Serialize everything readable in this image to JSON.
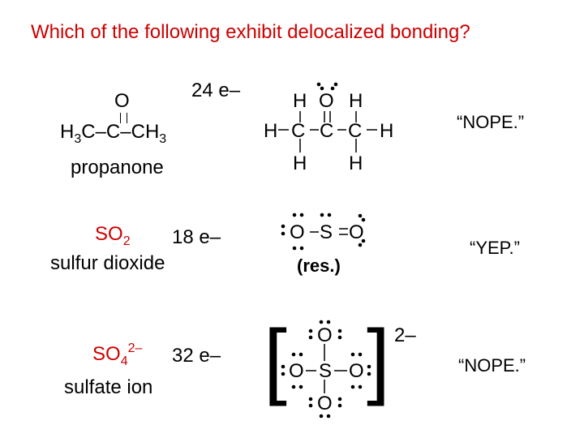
{
  "title": "Which of the following exhibit delocalized bonding?",
  "colors": {
    "title": "#cc0000",
    "text": "#000000",
    "verdict": "#000000"
  },
  "propanone": {
    "electrons": "24 e–",
    "name": "propanone",
    "top_atom": "O",
    "formula": {
      "a": "H",
      "a_sub": "3",
      "b": "C–C–CH",
      "b_sub": "3"
    }
  },
  "propanone_lewis": {
    "atoms": [
      "H",
      "O",
      "H",
      "H",
      "C",
      "C",
      "C",
      "H",
      "H",
      "H"
    ]
  },
  "propanone_verdict": "“NOPE.”",
  "so2": {
    "formula_main": "SO",
    "formula_sub": "2",
    "electrons": "18 e–",
    "name": "sulfur dioxide"
  },
  "so2_lewis": {
    "atoms": [
      "O",
      "S",
      "O"
    ],
    "resonance_note": "(res.)"
  },
  "so2_verdict": "“YEP.”",
  "sulfate": {
    "formula_main": "SO",
    "formula_sub": "4",
    "formula_sup": "2–",
    "electrons": "32 e–",
    "name": "sulfate ion"
  },
  "sulfate_lewis": {
    "atoms": [
      "O",
      "O",
      "S",
      "O",
      "O"
    ],
    "bracket_left": "[",
    "bracket_right": "]",
    "charge": "2–"
  },
  "sulfate_verdict": "“NOPE.”"
}
